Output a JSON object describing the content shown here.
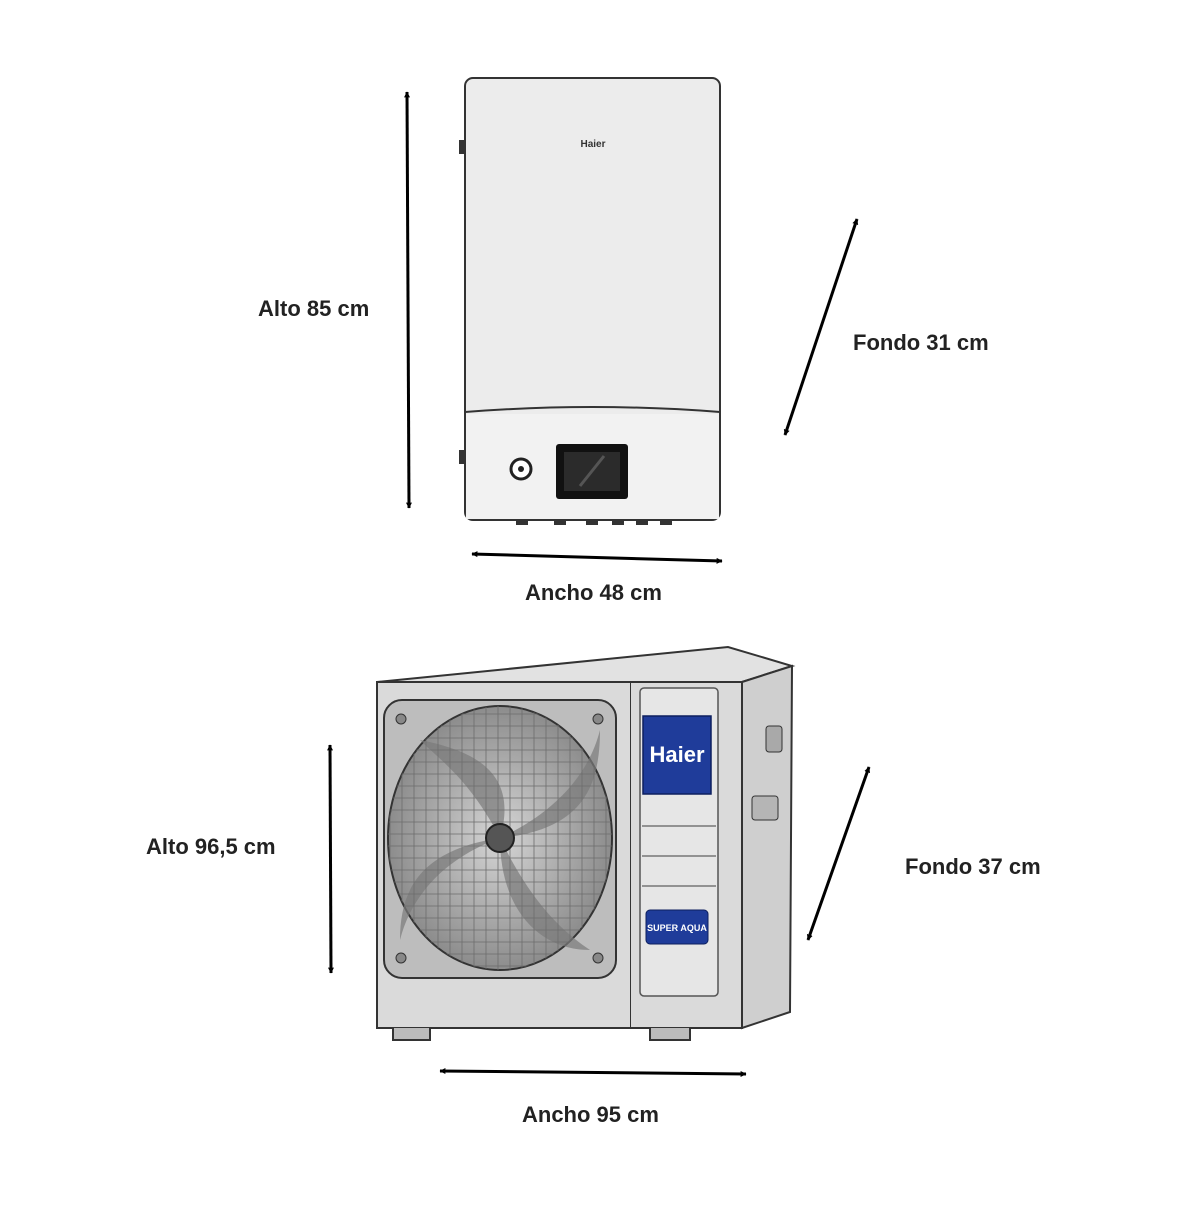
{
  "indoor_unit": {
    "brand": "Haier",
    "dimensions": {
      "height": "Alto 85 cm",
      "depth": "Fondo 31 cm",
      "width": "Ancho 48 cm"
    }
  },
  "outdoor_unit": {
    "brand": "Haier",
    "badge": "SUPER AQUA",
    "dimensions": {
      "height": "Alto 96,5 cm",
      "depth": "Fondo 37 cm",
      "width": "Ancho 95 cm"
    }
  },
  "colors": {
    "arrow": "#000000",
    "label": "#222222",
    "haier_blue": "#1f3c9a"
  }
}
